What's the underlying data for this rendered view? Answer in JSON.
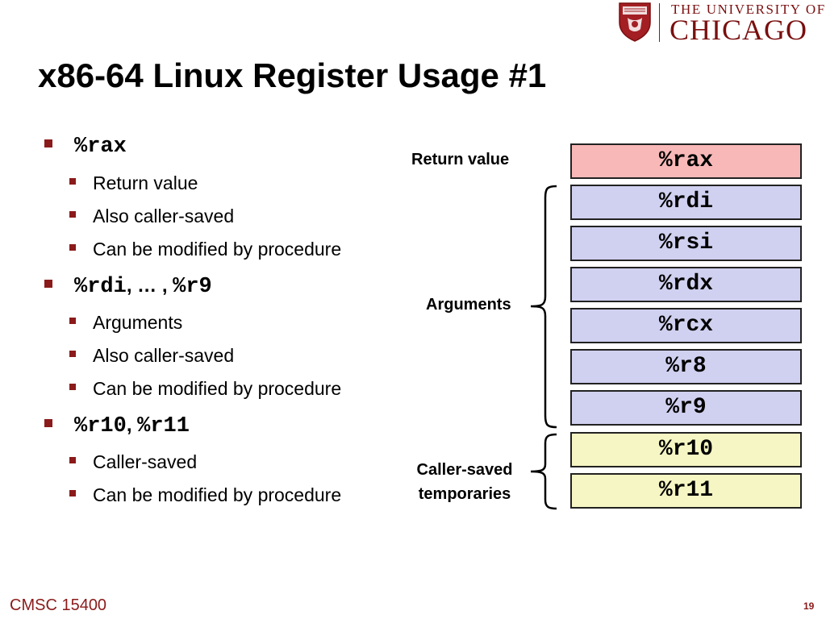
{
  "logo": {
    "line1": "THE UNIVERSITY OF",
    "line2": "CHICAGO"
  },
  "slide": {
    "title": "x86-64 Linux Register Usage #1"
  },
  "bullets": [
    {
      "code_parts": [
        "%rax"
      ],
      "subs": [
        "Return value",
        "Also caller-saved",
        "Can be modified by procedure"
      ]
    },
    {
      "code_parts": [
        "%rdi",
        ", … , ",
        "%r9"
      ],
      "subs": [
        "Arguments",
        "Also caller-saved",
        "Can be modified by procedure"
      ]
    },
    {
      "code_parts": [
        "%r10",
        ", ",
        "%r11"
      ],
      "subs": [
        "Caller-saved",
        "Can be modified by procedure"
      ]
    }
  ],
  "diagram": {
    "labels": {
      "return": "Return value",
      "arguments": "Arguments",
      "temps_line1": "Caller-saved",
      "temps_line2": "temporaries"
    },
    "registers": [
      "%rax",
      "%rdi",
      "%rsi",
      "%rdx",
      "%rcx",
      "%r8",
      "%r9",
      "%r10",
      "%r11"
    ],
    "colors": {
      "return": "#f9b8b8",
      "arguments": "#d0d0f0",
      "temporaries": "#f6f6c4",
      "accent": "#8b1a1a"
    }
  },
  "footer": {
    "course": "CMSC 15400",
    "page": "19"
  }
}
